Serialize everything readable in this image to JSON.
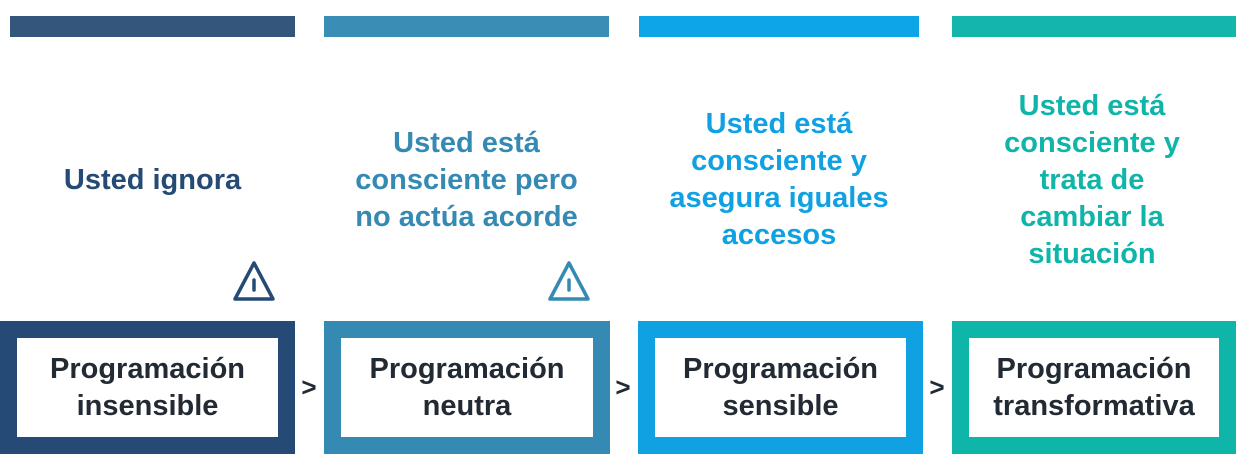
{
  "stages": [
    {
      "description": "Usted ignora",
      "label": "Programación\ninsensible",
      "color": "#244a75",
      "top_bar": "#34557c",
      "warning": true,
      "arrow": ">"
    },
    {
      "description": "Usted está\nconsciente pero\nno actúa acorde",
      "label": "Programación\nneutra",
      "color": "#358ab3",
      "top_bar": "#3a8db5",
      "warning": true,
      "arrow": ">"
    },
    {
      "description": "Usted está\nconsciente y\nasegura iguales\naccesos",
      "label": "Programación\nsensible",
      "color": "#10a1e2",
      "top_bar": "#0ea5e6",
      "warning": false,
      "arrow": ">"
    },
    {
      "description": "Usted está\nconsciente y\ntrata de\ncambiar la\nsituación",
      "label": "Programación\ntransformativa",
      "color": "#10b5aa",
      "top_bar": "#14b6ac",
      "warning": false
    }
  ],
  "icons": {
    "warning": "warning-triangle-icon"
  }
}
